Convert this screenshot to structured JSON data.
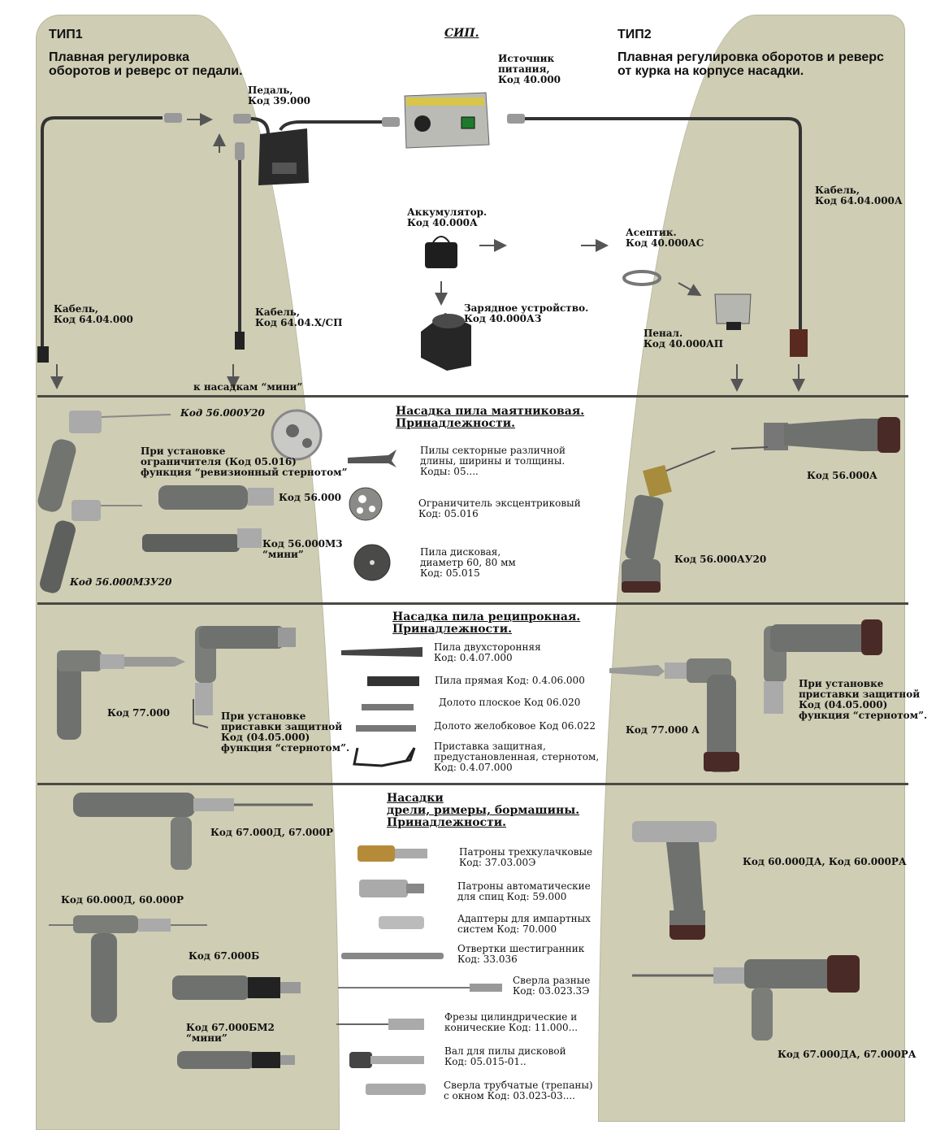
{
  "type1": {
    "title": "ТИП1",
    "description": "Плавная регулировка\nоборотов и реверс от педали."
  },
  "type2": {
    "title": "ТИП2",
    "description": "Плавная регулировка оборотов и реверс\nот курка на корпусе насадки."
  },
  "center": {
    "title": "СИП."
  },
  "top_labels": {
    "pedal": "Педаль,\nКод 39.000",
    "power_source": "Источник\nпитания,\nКод 40.000",
    "cable_left": "Кабель,\nКод 64.04.000",
    "cable_mini": "Кабель,\nКод 64.04.Х/СП",
    "to_mini": "к насадкам “мини”",
    "battery": "Аккумулятор.\nКод 40.000А",
    "charger": "Зарядное устройство.\nКод 40.000АЗ",
    "aseptic": "Асептик.\nКод 40.000АС",
    "case": "Пенал.\nКод 40.000АП",
    "cable_right": "Кабель,\nКод 64.04.000А"
  },
  "oscillating": {
    "header": "Насадка пила маятниковая.\nПринадлежности.",
    "left_labels": {
      "u20": "Код 56.000У20",
      "limiter_note": "При установке\nограничителя (Код 05.016)\nфункция “ревизионный стернотом”",
      "code_56000": "Код 56.000",
      "code_56000m3": "Код 56.000М3\n“мини”",
      "code_m3u20": "Код 56.000М3У20"
    },
    "accessories": [
      "Пилы секторные различной\nдлины, ширины и толщины.\nКоды: 05....",
      "Ограничитель эксцентриковый\nКод: 05.016",
      "Пила дисковая,\nдиаметр 60, 80 мм\nКод: 05.015"
    ],
    "right_labels": {
      "code_a": "Код 56.000А",
      "code_au20": "Код 56.000АУ20"
    }
  },
  "reciprocating": {
    "header": "Насадка пила реципрокная.\nПринадлежности.",
    "left_labels": {
      "code": "Код 77.000",
      "note": "При установке\nприставки защитной\nКод (04.05.000)\nфункция “стернотом”."
    },
    "accessories": [
      "Пила двухсторонняя\nКод: 0.4.07.000",
      "Пила прямая Код: 0.4.06.000",
      "Долото плоское Код 06.020",
      "Долото желобковое Код 06.022",
      "Приставка защитная,\nпредустановленная, стернотом,\nКод: 0.4.07.000"
    ],
    "right_labels": {
      "code": "Код 77.000 А",
      "note": "При установке\nприставки защитной\nКод (04.05.000)\nфункция “стернотом”."
    }
  },
  "drills": {
    "header": "Насадки\nдрели, римеры, бормашины.\nПринадлежности.",
    "left_labels": {
      "code_67000": "Код 67.000Д,  67.000Р",
      "code_60000": "Код 60.000Д, 60.000Р",
      "code_67000b": "Код 67.000Б",
      "code_67000bm2": "Код 67.000БМ2\n“мини”"
    },
    "accessories": [
      "Патроны трехкулачковые\nКод: 37.03.00Э",
      "Патроны автоматические\nдля спиц Код: 59.000",
      "Адаптеры для импартных\nсистем Код: 70.000",
      "Отвертки шестигранник\nКод: 33.036",
      "Сверла разные\nКод: 03.023.3Э",
      "Фрезы цилиндрические и\nконические Код: 11.000...",
      "Вал для пилы дисковой\n Код: 05.015-01..",
      "Сверла трубчатые (трепаны)\nс окном Код: 03.023-03...."
    ],
    "right_labels": {
      "code_60000da": "Код 60.000ДА, Код 60.000РА",
      "code_67000da": "Код 67.000ДА, 67.000РА"
    }
  },
  "colors": {
    "panel": "#cfcdb4",
    "divider": "#4a4a44",
    "tool_body": "#6f716e",
    "device": "#b9bbb4"
  }
}
